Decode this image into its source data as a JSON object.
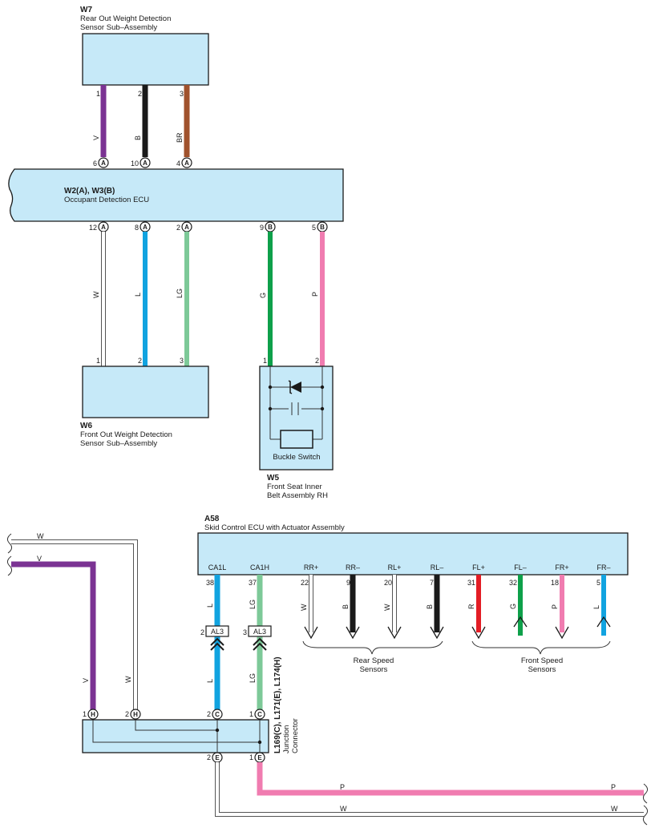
{
  "colors": {
    "V": "#7b3393",
    "B": "#1a1a1a",
    "BR": "#a0522d",
    "L": "#11a3e0",
    "LG": "#7dc998",
    "G": "#0ea04a",
    "P": "#f07cb0",
    "R": "#e31d25",
    "W": "#ffffff",
    "box": "#c6e9f8"
  },
  "components": {
    "w7": {
      "code": "W7",
      "name_line1": "Rear Out Weight Detection",
      "name_line2": "Sensor Sub–Assembly"
    },
    "ecu": {
      "code": "W2(A), W3(B)",
      "name": "Occupant Detection ECU"
    },
    "w6": {
      "code": "W6",
      "name_line1": "Front Out Weight Detection",
      "name_line2": "Sensor Sub–Assembly"
    },
    "w5": {
      "code": "W5",
      "name_line1": "Front Seat Inner",
      "name_line2": "Belt Assembly RH",
      "switch_label": "Buckle Switch"
    },
    "a58": {
      "code": "A58",
      "name": "Skid Control ECU with Actuator Assembly"
    },
    "junction": {
      "code": "L169(C), L171(E), L174(H)",
      "name_line1": "Junction",
      "name_line2": "Connector"
    },
    "rear_sensors": {
      "line1": "Rear Speed",
      "line2": "Sensors"
    },
    "front_sensors": {
      "line1": "Front Speed",
      "line2": "Sensors"
    }
  },
  "wires_top": [
    {
      "id": "v",
      "color": "V",
      "w7_pin": "1",
      "ecu_pin": "6",
      "conn": "A"
    },
    {
      "id": "b",
      "color": "B",
      "w7_pin": "2",
      "ecu_pin": "10",
      "conn": "A"
    },
    {
      "id": "br",
      "color": "BR",
      "w7_pin": "3",
      "ecu_pin": "4",
      "conn": "A"
    }
  ],
  "wires_mid": [
    {
      "id": "w",
      "color": "W",
      "ecu_pin": "12",
      "conn": "A",
      "dest_pin": "1"
    },
    {
      "id": "l",
      "color": "L",
      "ecu_pin": "8",
      "conn": "A",
      "dest_pin": "2"
    },
    {
      "id": "lg",
      "color": "LG",
      "ecu_pin": "2",
      "conn": "A",
      "dest_pin": "3"
    },
    {
      "id": "g",
      "color": "G",
      "ecu_pin": "9",
      "conn": "B",
      "dest_pin": "1"
    },
    {
      "id": "p",
      "color": "P",
      "ecu_pin": "5",
      "conn": "B",
      "dest_pin": "2"
    }
  ],
  "a58_terminals": [
    {
      "name": "CA1L",
      "pin": "38",
      "color": "L"
    },
    {
      "name": "CA1H",
      "pin": "37",
      "color": "LG"
    },
    {
      "name": "RR+",
      "pin": "22",
      "color": "W"
    },
    {
      "name": "RR–",
      "pin": "9",
      "color": "B"
    },
    {
      "name": "RL+",
      "pin": "20",
      "color": "W"
    },
    {
      "name": "RL–",
      "pin": "7",
      "color": "B"
    },
    {
      "name": "FL+",
      "pin": "31",
      "color": "R"
    },
    {
      "name": "FL–",
      "pin": "32",
      "color": "G"
    },
    {
      "name": "FR+",
      "pin": "18",
      "color": "P"
    },
    {
      "name": "FR–",
      "pin": "5",
      "color": "L"
    }
  ],
  "al3": [
    {
      "pin": "2",
      "label": "AL3",
      "color": "L"
    },
    {
      "pin": "3",
      "label": "AL3",
      "color": "LG"
    }
  ],
  "junction_pins": {
    "h": [
      {
        "pin": "1",
        "letter": "H",
        "color": "V"
      },
      {
        "pin": "2",
        "letter": "H",
        "color": "W"
      }
    ],
    "c": [
      {
        "pin": "2",
        "letter": "C",
        "color": "L"
      },
      {
        "pin": "1",
        "letter": "C",
        "color": "LG"
      }
    ],
    "e": [
      {
        "pin": "2",
        "letter": "E",
        "color": "W"
      },
      {
        "pin": "1",
        "letter": "E",
        "color": "P"
      }
    ]
  },
  "wires_bottom": [
    {
      "color": "W"
    },
    {
      "color": "V"
    },
    {
      "color": "P"
    },
    {
      "color": "W"
    }
  ]
}
